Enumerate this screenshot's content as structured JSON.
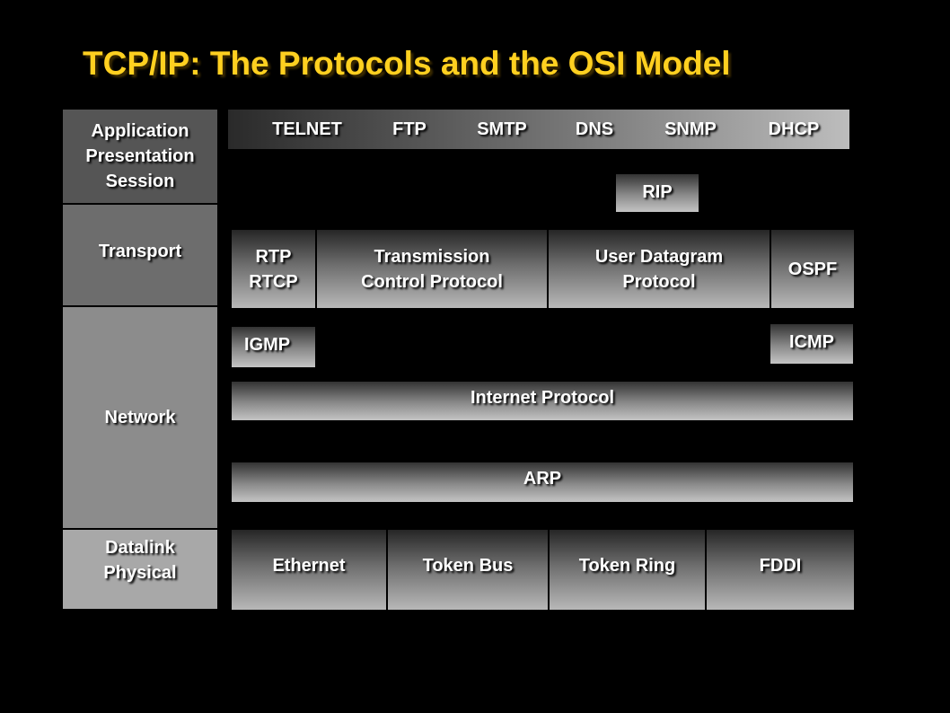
{
  "title": "TCP/IP: The Protocols and the OSI Model",
  "osi_layers": {
    "application": "Application\nPresentation\nSession",
    "transport": "Transport",
    "network": "Network",
    "physical": "Datalink\nPhysical"
  },
  "application_protocols": [
    "TELNET",
    "FTP",
    "SMTP",
    "DNS",
    "SNMP",
    "DHCP"
  ],
  "protocols": {
    "rip": "RIP",
    "rtp": "RTP\nRTCP",
    "tcp": "Transmission\nControl Protocol",
    "udp": "User Datagram\nProtocol",
    "ospf": "OSPF",
    "igmp": "IGMP",
    "icmp": "ICMP",
    "ip": "Internet Protocol",
    "arp": "ARP"
  },
  "link_protocols": [
    "Ethernet",
    "Token Bus",
    "Token Ring",
    "FDDI"
  ]
}
